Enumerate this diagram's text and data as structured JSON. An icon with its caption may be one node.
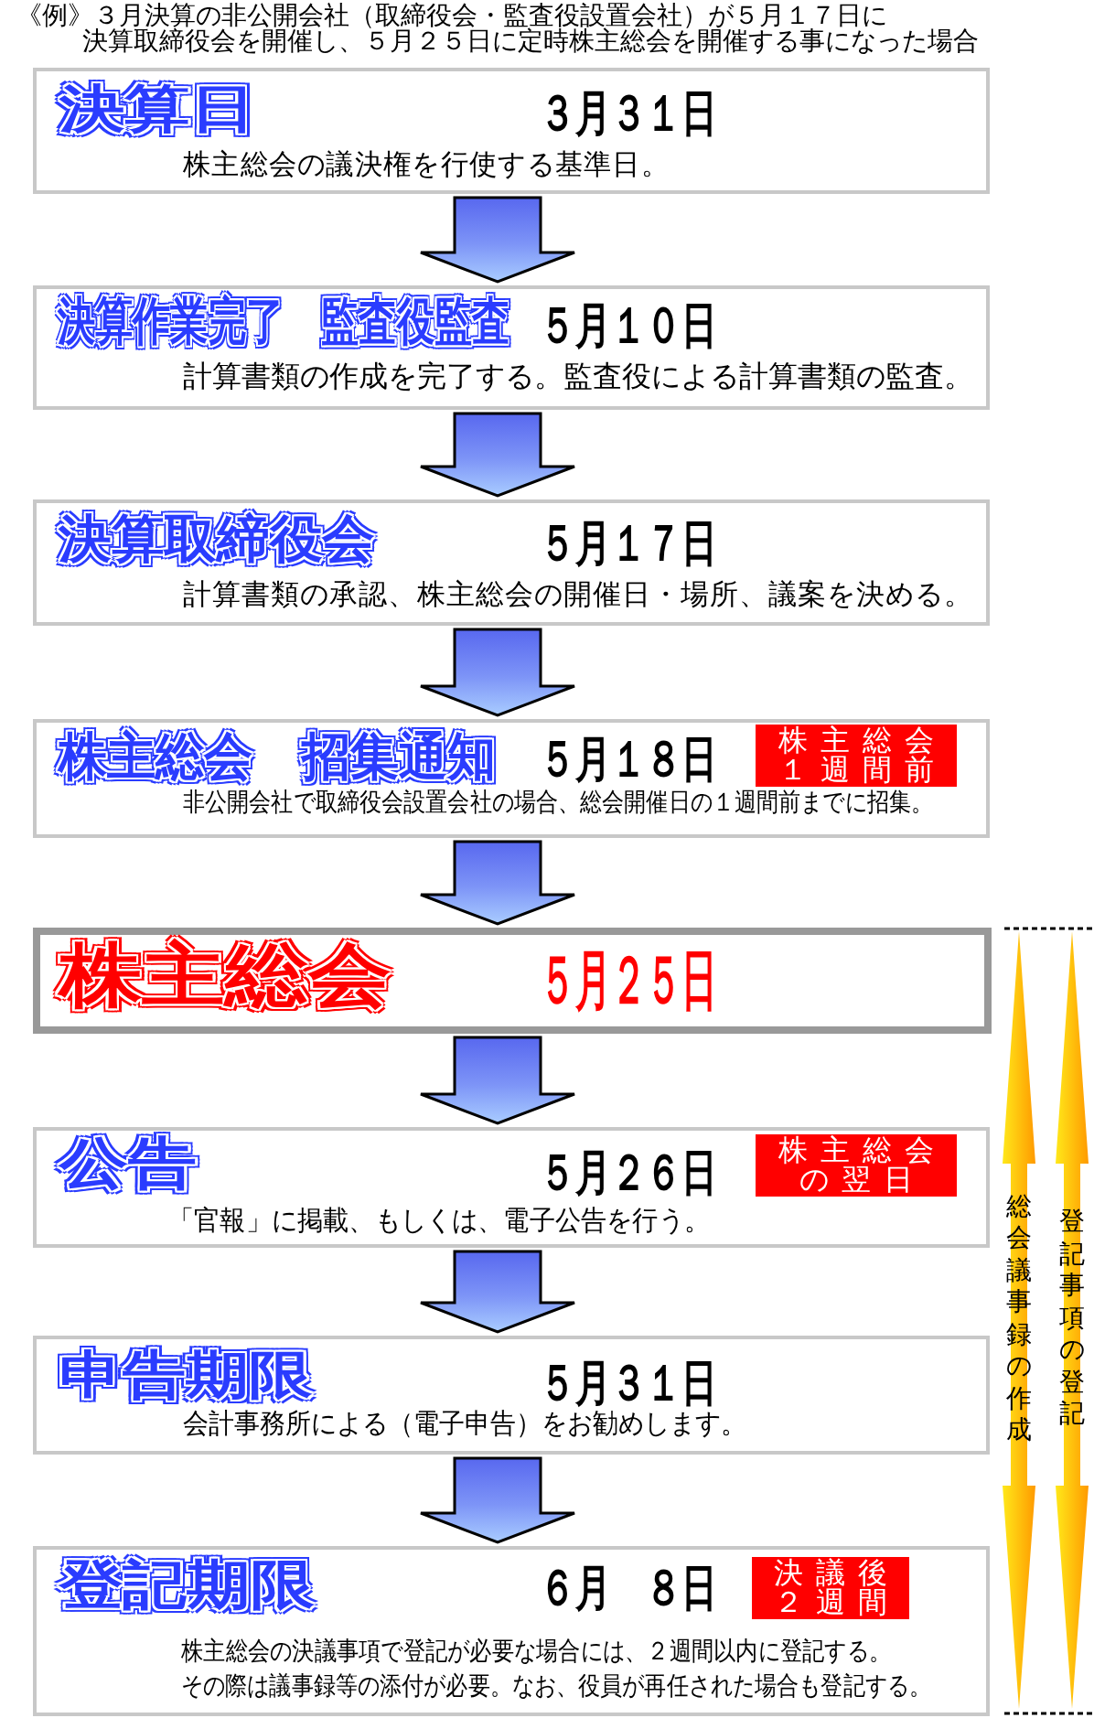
{
  "diagram": {
    "title": "《例》３月決算の非公開会社（取締役会・監査役設置会社）が５月１７日に決算取締役会を開催し、５月２５日に定時株主総会を開催する事になった場合",
    "nodes": [
      {
        "text": [
          "決算日",
          "３月３１日",
          "株主総会の議決権を行使する基準日。"
        ]
      },
      {
        "text": [
          "決算作業完了　監査役監査",
          "５月１０日",
          "計算書類の作成を完了する。監査役による計算書類の監査。"
        ]
      },
      {
        "text": [
          "決算取締役会",
          "５月１７日",
          "計算書類の承認、株主総会の開催日・場所、議案を決める。"
        ]
      },
      {
        "text": [
          "株主総会　招集通知",
          "５月１８日",
          "非公開会社で取締役会設置会社の場合、総会開催日の１週間前までに招集。"
        ]
      },
      {
        "text": [
          "株主総会１週間前"
        ],
        "in": 3
      },
      {
        "text": [
          "株主総会",
          "５月２５日"
        ]
      },
      {
        "text": [
          "公告",
          "５月２６日",
          "「官報」に掲載、もしくは、電子公告を行う。"
        ]
      },
      {
        "text": [
          "株主総会の翌日"
        ],
        "in": 6
      },
      {
        "text": [
          "申告期限",
          "５月３１日",
          "会計事務所による（電子申告）をお勧めします。"
        ]
      },
      {
        "text": [
          "登記期限",
          "６月　８日",
          "株主総会の決議事項で登記が必要な場合には、２週間以内に登記する。",
          "その際は議事録等の添付が必要。なお、役員が再任された場合も登記する。"
        ]
      },
      {
        "text": [
          "決議後２週間"
        ],
        "in": 9
      },
      {
        "text": [
          "総会議事録の作成"
        ]
      },
      {
        "text": [
          "登記事項の登記"
        ]
      }
    ],
    "edges": [
      {
        "from": 0,
        "to": 1,
        "arrow": "to"
      },
      {
        "from": 1,
        "to": 2,
        "arrow": "to"
      },
      {
        "from": 2,
        "to": 3,
        "arrow": "to"
      },
      {
        "from": 3,
        "to": 5,
        "arrow": "to"
      },
      {
        "from": 5,
        "to": 6,
        "arrow": "to"
      },
      {
        "from": 6,
        "to": 8,
        "arrow": "to"
      },
      {
        "from": 8,
        "to": 9,
        "arrow": "to"
      }
    ]
  }
}
